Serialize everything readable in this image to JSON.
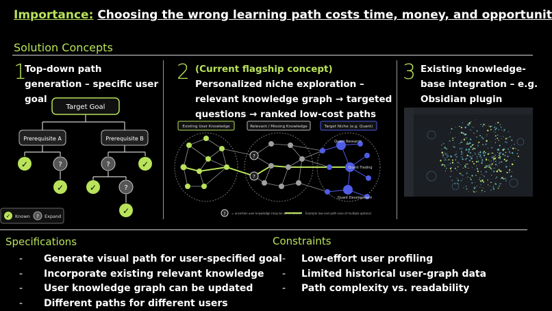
{
  "header": {
    "importance_label": "Importance:",
    "importance_text": "Choosing the wrong learning path costs time, money, and opportunity."
  },
  "solution": {
    "heading": "Solution Concepts",
    "concepts": [
      {
        "number": "1",
        "text": "Top-down path generation – specific user goal"
      },
      {
        "number": "2",
        "highlight": "(Current flagship concept)",
        "text": "Personalized niche exploration – relevant knowledge graph → targeted questions → ranked low-cost paths"
      },
      {
        "number": "3",
        "text": "Existing knowledge-base integration – e.g. Obsidian plugin"
      }
    ]
  },
  "tree": {
    "root": "Target Goal",
    "left": "Prerequisite A",
    "right": "Prerequisite B",
    "question_mark": "?",
    "check_mark": "✓",
    "legend_known": "Known",
    "legend_expand": "Expand"
  },
  "graph": {
    "label_existing": "Existing User Knowledge",
    "label_relevant": "Relevant / Missing Knowledge",
    "label_target": "Target Niche (e.g. Quant)",
    "node_research": "Quant Research",
    "node_trading": "Quant Trading",
    "node_development": "Quant Development",
    "legend_uncertain": "= uncertain user knowledge (may be asked about)",
    "legend_path": "Example low-cost path (one of multiple options)",
    "question_mark": "?"
  },
  "specifications": {
    "heading": "Specifications",
    "items": [
      "Generate visual path for user-specified goal",
      "Incorporate existing relevant knowledge",
      "User knowledge graph can be updated",
      "Different paths for different users"
    ]
  },
  "constraints": {
    "heading": "Constraints",
    "items": [
      "Low-effort user profiling",
      "Limited historical user-graph data",
      "Path complexity vs. readability"
    ]
  },
  "colors": {
    "accent": "#b9e35a",
    "background": "#000000",
    "graph_blue": "#4f5de6",
    "node_gray": "#a0a0a0"
  }
}
